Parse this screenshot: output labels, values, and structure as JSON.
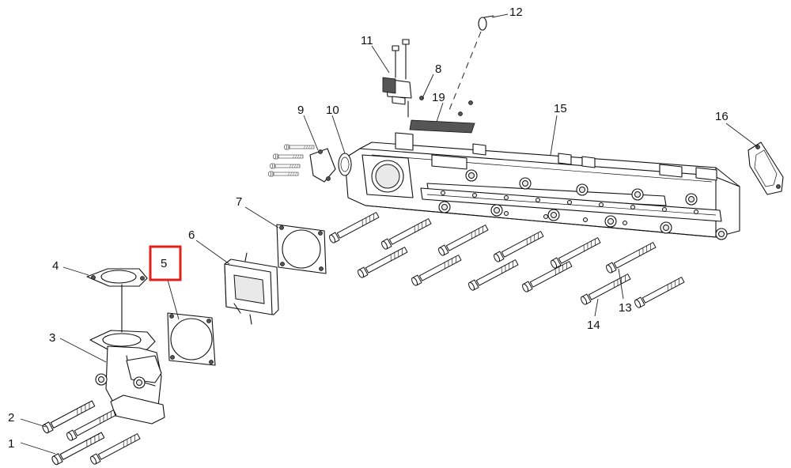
{
  "diagram": {
    "highlight_color": "#e0201b",
    "callouts": [
      {
        "id": "c1",
        "label": "1"
      },
      {
        "id": "c2",
        "label": "2"
      },
      {
        "id": "c3",
        "label": "3"
      },
      {
        "id": "c4",
        "label": "4"
      },
      {
        "id": "c5",
        "label": "5",
        "highlighted": true
      },
      {
        "id": "c6",
        "label": "6"
      },
      {
        "id": "c7",
        "label": "7"
      },
      {
        "id": "c8",
        "label": "8"
      },
      {
        "id": "c9",
        "label": "9"
      },
      {
        "id": "c10",
        "label": "10"
      },
      {
        "id": "c11",
        "label": "11"
      },
      {
        "id": "c12",
        "label": "12"
      },
      {
        "id": "c13",
        "label": "13"
      },
      {
        "id": "c14",
        "label": "14"
      },
      {
        "id": "c15",
        "label": "15"
      },
      {
        "id": "c16",
        "label": "16"
      },
      {
        "id": "c19",
        "label": "19"
      }
    ]
  }
}
